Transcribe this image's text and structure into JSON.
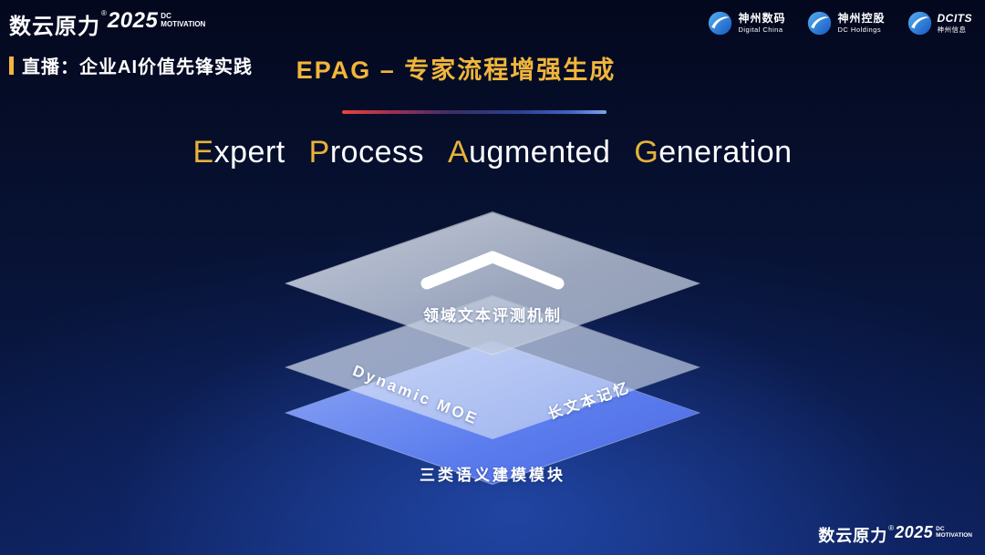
{
  "brand": {
    "name": "数云原力",
    "reg": "®",
    "year": "2025",
    "sub_line1": "DC",
    "sub_line2": "MOTIVATION"
  },
  "header": {
    "live_label": "直播：企业AI价值先锋实践",
    "slide_title": "EPAG – 专家流程增强生成",
    "logos": [
      {
        "icon": "digital-china-swoosh",
        "line1": "神州数码",
        "line2": "Digital China"
      },
      {
        "icon": "dc-holdings-swoosh",
        "line1": "神州控股",
        "line2": "DC Holdings"
      },
      {
        "icon": "dcits-swoosh",
        "line1": "DCITS",
        "line2": "神州信息"
      }
    ]
  },
  "main": {
    "title": {
      "words": [
        {
          "initial": "E",
          "rest": "xpert"
        },
        {
          "initial": "P",
          "rest": "rocess"
        },
        {
          "initial": "A",
          "rest": "ugmented"
        },
        {
          "initial": "G",
          "rest": "eneration"
        }
      ]
    },
    "diagram": {
      "top_layer_label": "领域文本评测机制",
      "middle_layer_left_label": "Dynamic MOE",
      "middle_layer_right_label": "长文本记忆",
      "bottom_layer_label": "三类语义建模模块"
    }
  },
  "colors": {
    "accent_gold": "#f0b63c",
    "title_initial_gold": "#e6b23a",
    "background_dark": "#04081e",
    "background_glow": "#2f60d6",
    "bottom_layer_blue": "#587aef",
    "divider_red": "#e8453c",
    "divider_blue": "#7aa4e8"
  }
}
